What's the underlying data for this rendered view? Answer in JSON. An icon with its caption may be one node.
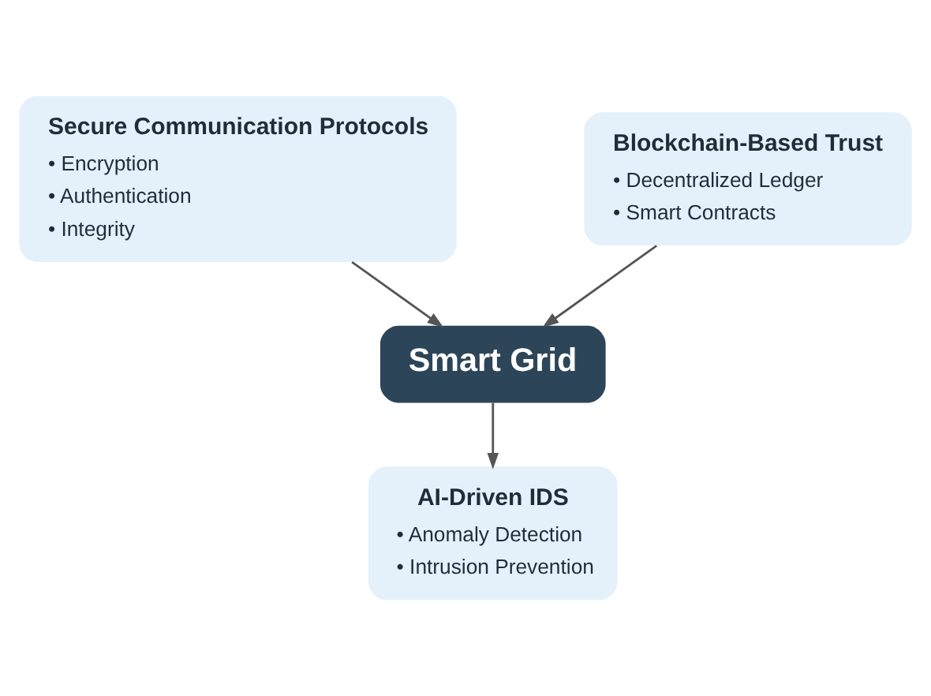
{
  "diagram": {
    "nodes": [
      {
        "text": [
          "Secure Communication Protocols",
          "• Encryption",
          "• Authentication",
          "• Integrity"
        ]
      },
      {
        "text": [
          "Blockchain-Based Trust",
          "• Decentralized Ledger",
          "• Smart Contracts"
        ]
      },
      {
        "text": [
          "Smart Grid"
        ]
      },
      {
        "text": [
          "AI-Driven IDS",
          "• Anomaly Detection",
          "• Intrusion Prevention"
        ]
      }
    ],
    "edges": [
      {
        "from": 0,
        "to": 2,
        "arrow": "to"
      },
      {
        "from": 1,
        "to": 2,
        "arrow": "to"
      },
      {
        "from": 2,
        "to": 3,
        "arrow": "to"
      }
    ]
  }
}
